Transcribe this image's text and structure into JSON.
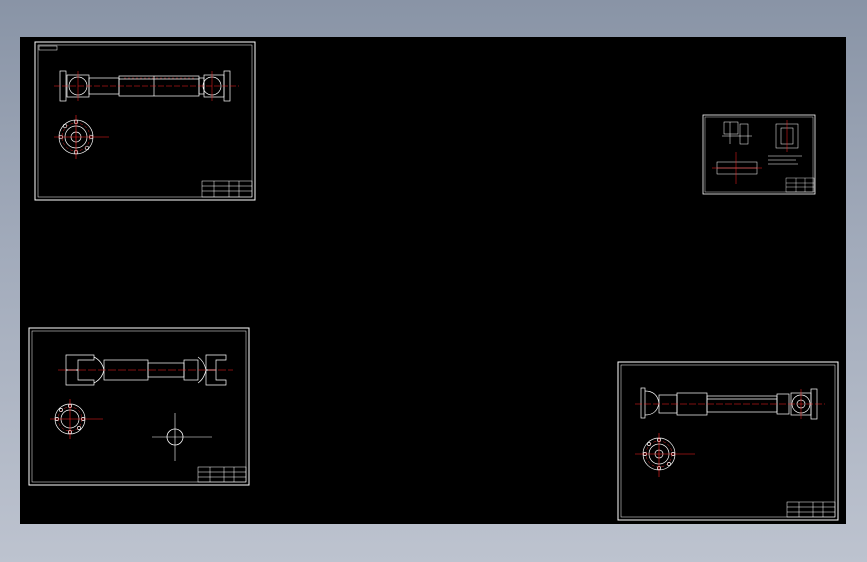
{
  "viewport": {
    "background_color": "#000000",
    "frame_color": "#9aa3b2"
  },
  "colors": {
    "line": "#ffffff",
    "centerline": "#ff2020",
    "dimension": "#ff3030"
  },
  "sheets": [
    {
      "id": "sheet-top-left",
      "kind": "drive-shaft-assembly"
    },
    {
      "id": "sheet-top-right",
      "kind": "part-detail"
    },
    {
      "id": "sheet-bottom-left",
      "kind": "yoke-shaft"
    },
    {
      "id": "sheet-bottom-right",
      "kind": "drive-shaft-assembly"
    }
  ]
}
